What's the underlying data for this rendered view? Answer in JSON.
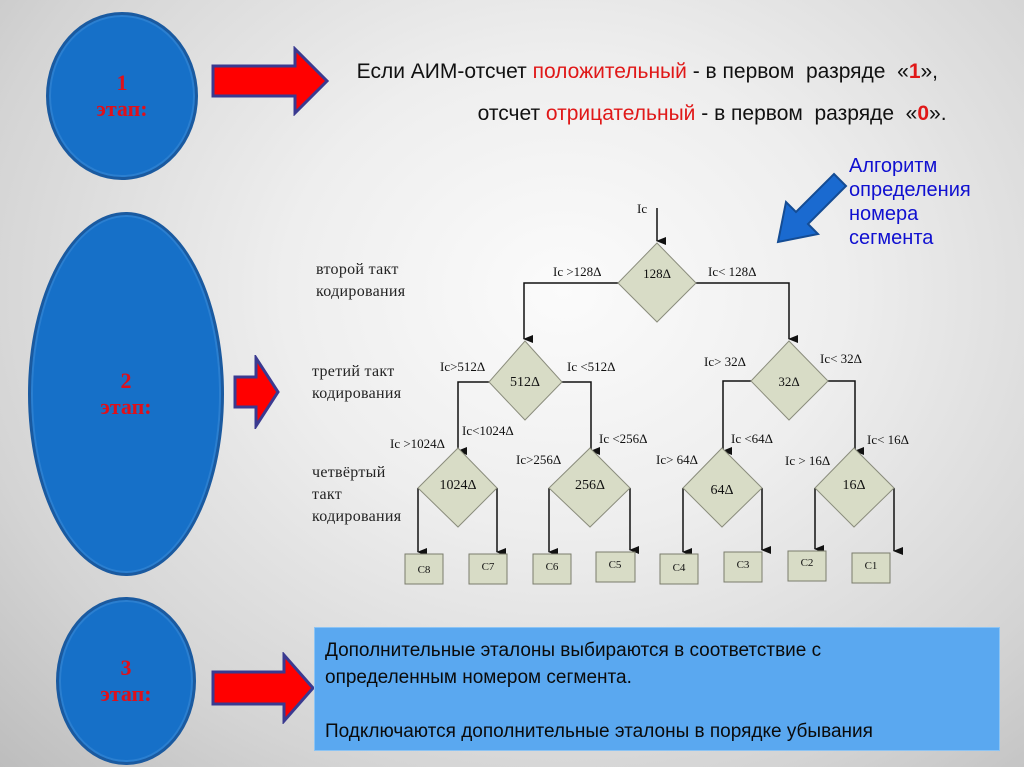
{
  "stages": [
    {
      "number": "1",
      "label": "этап:"
    },
    {
      "number": "2",
      "label": "этап:"
    },
    {
      "number": "3",
      "label": "этап:"
    }
  ],
  "stage1_text": {
    "line1": {
      "prefix": "Если АИМ-отсчет ",
      "highlight": "положительный",
      "middle": " - в первом  разряде  «",
      "digit": "1",
      "suffix": "»,"
    },
    "line2": {
      "prefix": "отсчет ",
      "highlight": "отрицательный",
      "middle": " - в первом  разряде  «",
      "digit": "0",
      "suffix": "»."
    }
  },
  "algorithm_caption": [
    "Алгоритм",
    "определения",
    "номера",
    "сегмента"
  ],
  "step_labels": {
    "second": [
      "второй такт",
      "кодирования"
    ],
    "third": [
      "третий  такт",
      "кодирования"
    ],
    "fourth": [
      "четвёртый",
      "такт",
      "кодирования"
    ]
  },
  "flowchart": {
    "input": "Ic",
    "decisions": {
      "d128": "128Δ",
      "d512": "512Δ",
      "d32": "32Δ",
      "d1024": "1024Δ",
      "d256": "256Δ",
      "d64": "64Δ",
      "d16": "16Δ"
    },
    "conditions": {
      "gt128": "Ic >128Δ",
      "lt128": "Ic< 128Δ",
      "gt512": "Ic>512Δ",
      "lt512": "Ic <512Δ",
      "gt32": "Ic> 32Δ",
      "lt32": "Ic< 32Δ",
      "lt1024": "Ic<1024Δ",
      "gt1024": "Ic >1024Δ",
      "lt256": "Ic <256Δ",
      "gt256": "Ic>256Δ",
      "lt64": "Ic <64Δ",
      "gt64": "Ic> 64Δ",
      "lt16": "Ic< 16Δ",
      "gt16": "Ic > 16Δ"
    },
    "segments": [
      "C8",
      "C7",
      "C6",
      "C5",
      "C4",
      "C3",
      "C2",
      "C1"
    ]
  },
  "stage3_text": {
    "line1": "Дополнительные эталоны  выбираются в  соответствие с",
    "line2": "определенным номером сегмента.",
    "line3": "Подключаются дополнительные эталоны в порядке убывания"
  },
  "colors": {
    "stage_fill": "#1670c8",
    "stage_text": "#e0101a",
    "arrow_red": "#ff0000",
    "arrow_blue": "#1a6ad0",
    "decision_fill": "#d8dcc6",
    "info_box": "#5aa8f0",
    "caption_blue": "#1010d0"
  }
}
